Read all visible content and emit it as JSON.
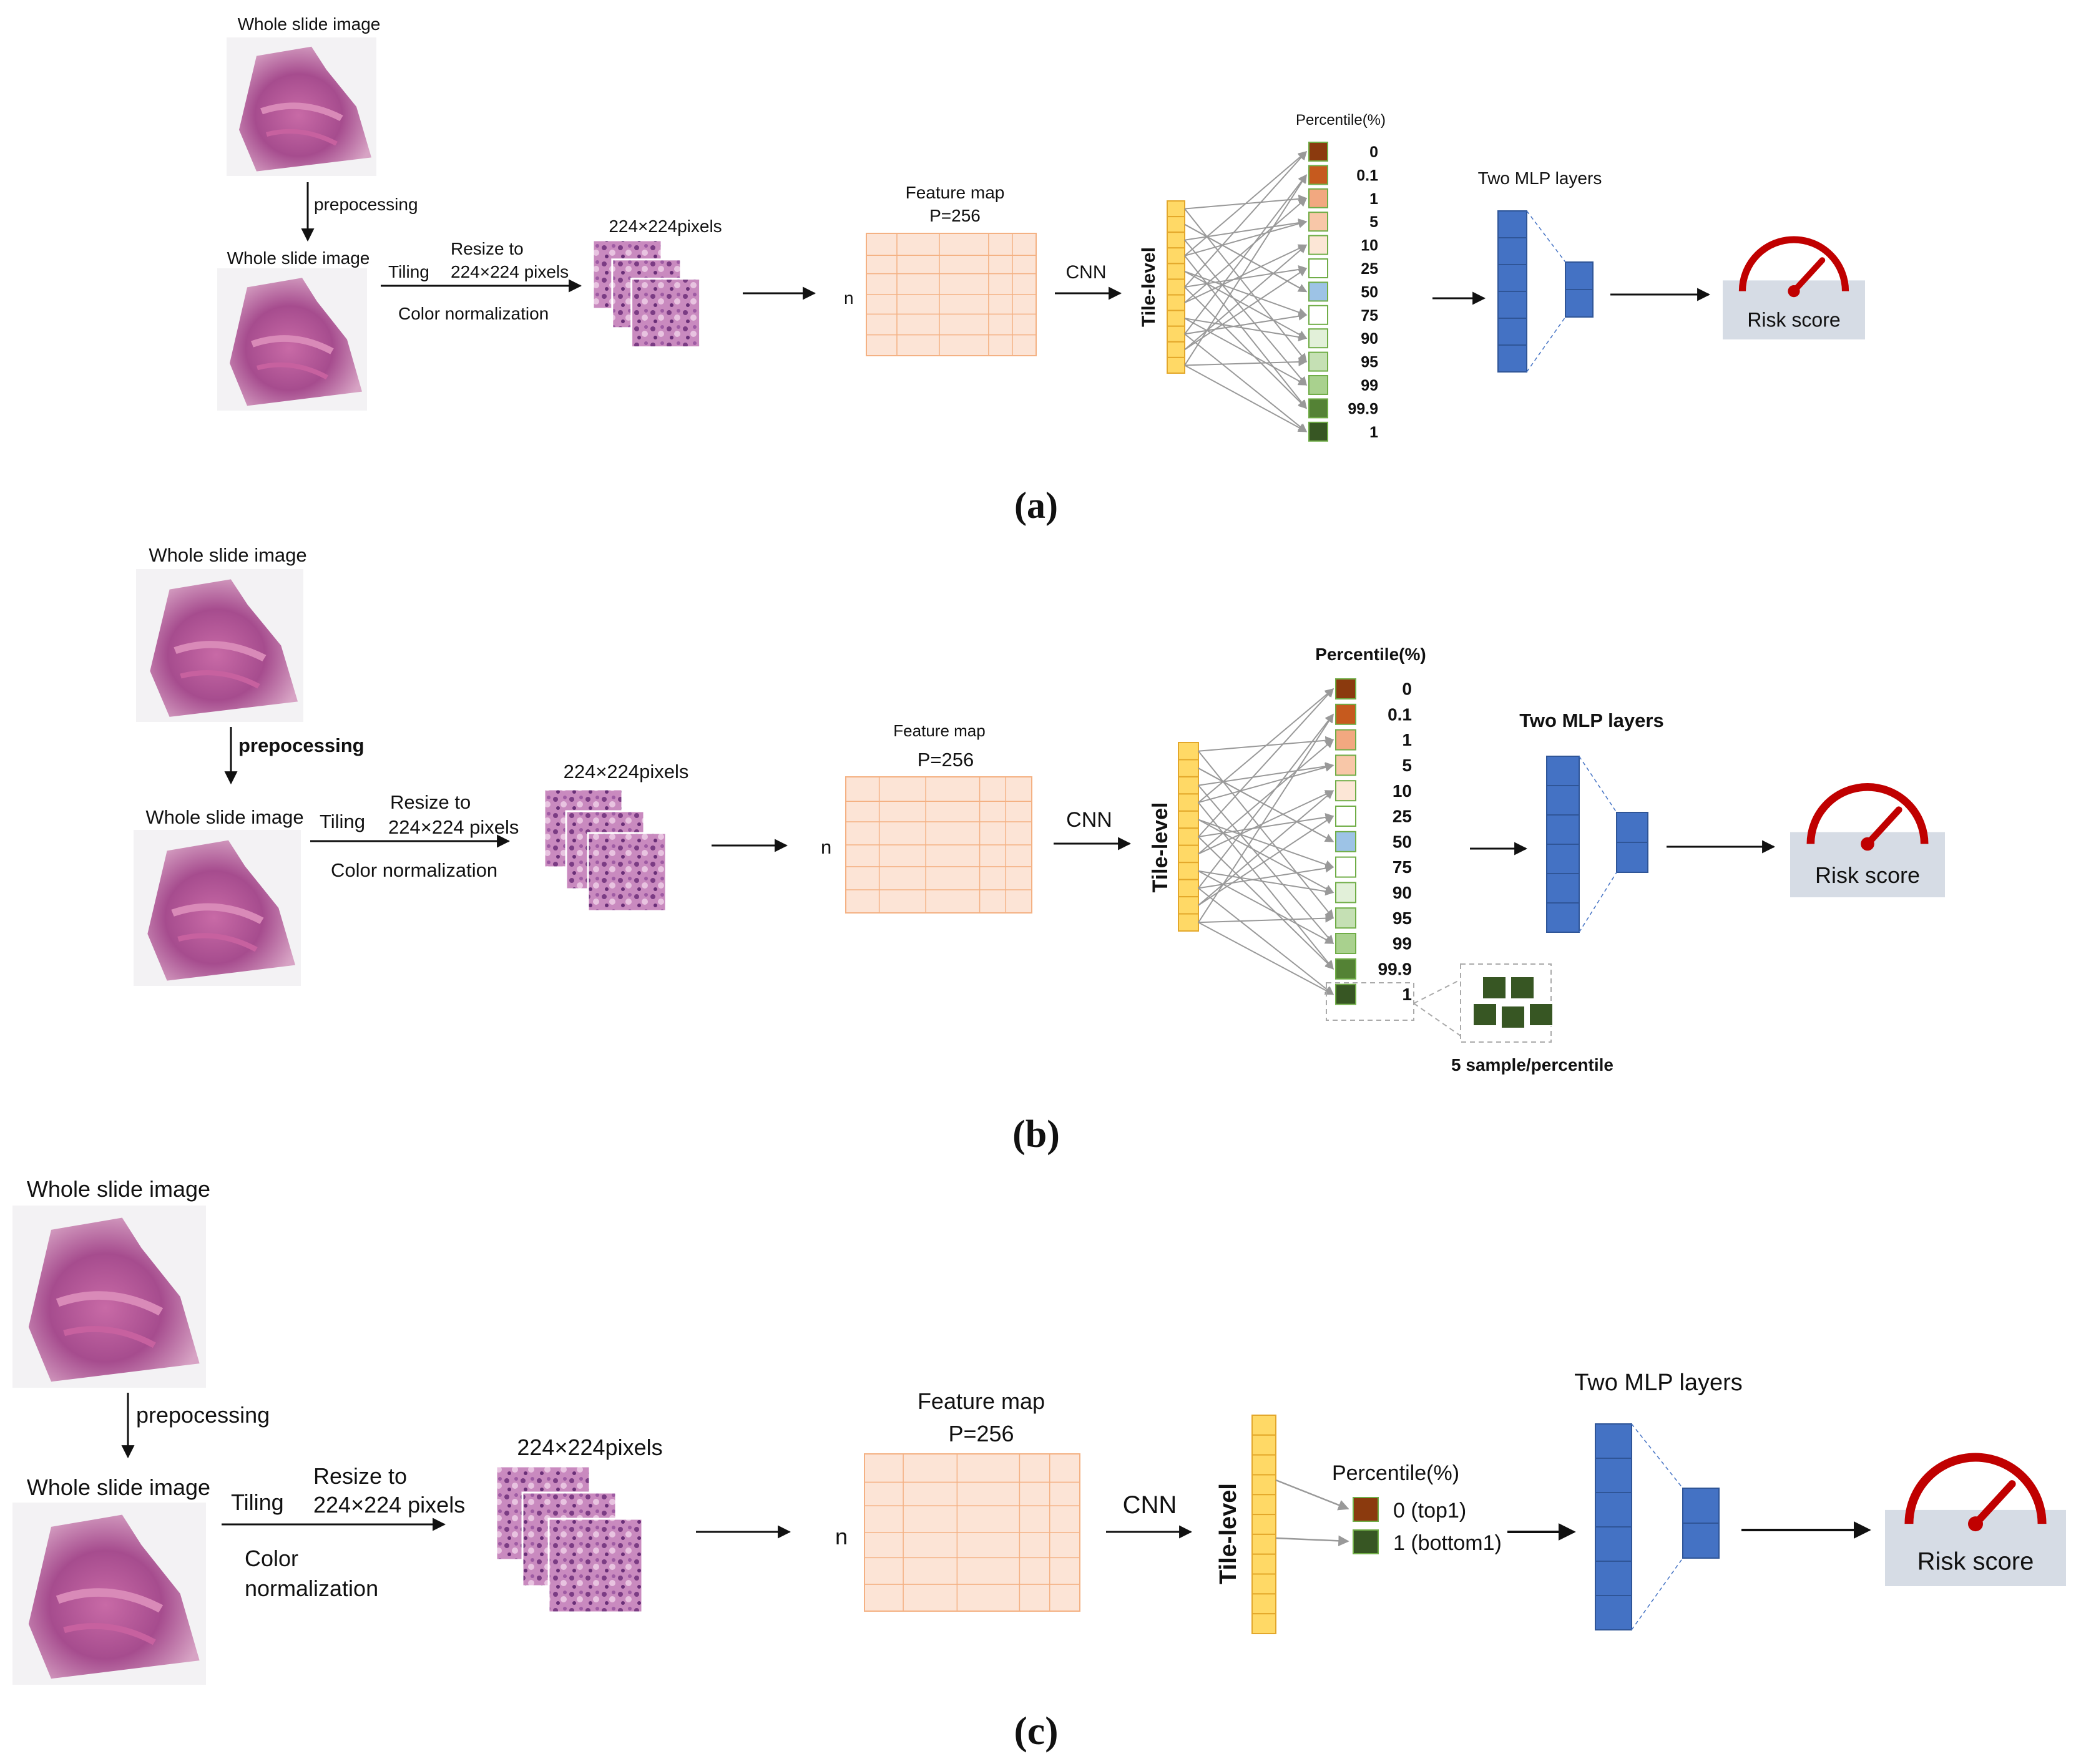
{
  "labels": {
    "whole_slide_image": "Whole slide image",
    "prepocessing": "prepocessing",
    "tiling": "Tiling",
    "resize_to": "Resize to",
    "resize_size": "224×224 pixels",
    "tile_size": "224×224pixels",
    "color_normalization": "Color normalization",
    "color": "Color",
    "normalization": "normalization",
    "feature_map": "Feature map",
    "p_value": "P=256",
    "n": "n",
    "cnn": "CNN",
    "tile_level": "Tile-level",
    "two_mlp_layers": "Two MLP layers",
    "risk_score": "Risk score",
    "percentile_a": "Percentile(%)",
    "percentile_b": "Percentile(%)",
    "percentile_c": "Percentile(%)",
    "samples_per_percentile": "5 sample/percentile",
    "top1": "0 (top1)",
    "bottom1": "1 (bottom1)"
  },
  "captions": {
    "a": "(a)",
    "b": "(b)",
    "c": "(c)"
  },
  "percentiles": [
    "0",
    "0.1",
    "1",
    "5",
    "10",
    "25",
    "50",
    "75",
    "90",
    "95",
    "99",
    "99.9",
    "1"
  ],
  "percentile_colors": [
    "#8B3A0E",
    "#C65A1E",
    "#F2A880",
    "#F8C7A8",
    "#FCE6D6",
    "#FFFFFF",
    "#9DC3E6",
    "#FFFFFF",
    "#E2F0D9",
    "#C5E0B4",
    "#A9D18E",
    "#548235",
    "#375623"
  ],
  "colors": {
    "tile_bar": "#FFD966",
    "tile_bar_stroke": "#E3A72A",
    "feature_map_fill": "#FCE4D6",
    "feature_map_grid": "#F4B183",
    "mlp": "#4472C4",
    "mlp_stroke": "#2F5597",
    "risk": "#C00000",
    "risk_bg": "#D6DCE5",
    "percentile_title": "#843C0C",
    "tissue": "#B85A9A"
  }
}
